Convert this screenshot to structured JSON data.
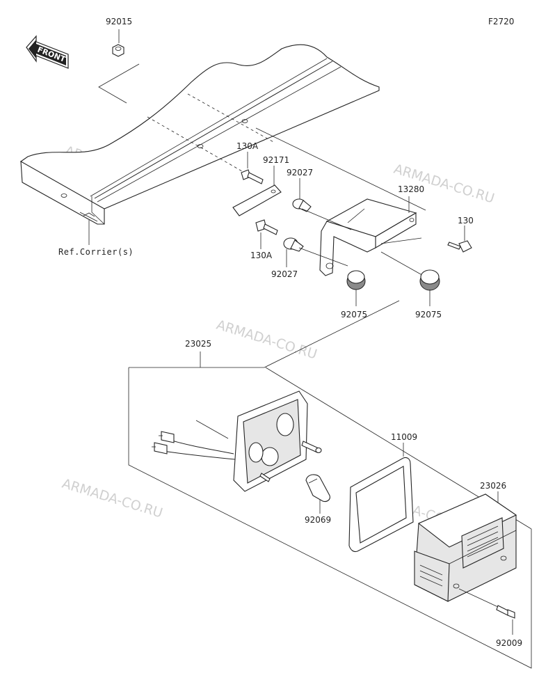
{
  "diagram_id": "F2720",
  "front_label": "FRONT",
  "ref_label": "Ref.Corrier(s)",
  "watermark": "ARMADA-CO.RU",
  "parts": {
    "p92015": "92015",
    "p130A_top": "130A",
    "p92171": "92171",
    "p92027_top": "92027",
    "p13280": "13280",
    "p130": "130",
    "p130A_bottom": "130A",
    "p92027_bottom": "92027",
    "p92075_left": "92075",
    "p92075_right": "92075",
    "p23025": "23025",
    "p11009": "11009",
    "p23026": "23026",
    "p92069": "92069",
    "p92009": "92009"
  }
}
